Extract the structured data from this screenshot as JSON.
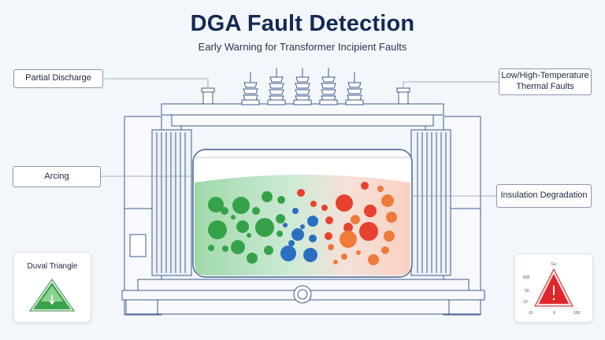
{
  "header": {
    "title": "DGA Fault Detection",
    "subtitle": "Early Warning for Transformer Incipient Faults"
  },
  "callouts": {
    "partial_discharge": "Partial Discharge",
    "arcing": "Arcing",
    "thermal_line1": "Low/High-Temperature",
    "thermal_line2": "Thermal Faults",
    "insulation": "Insulation Degradation"
  },
  "duval_card": {
    "title": "Duval Triangle",
    "icon": "down-arrow-icon"
  },
  "alert_card": {
    "top_label": "Ga",
    "y_tick_top": "500",
    "y_tick_mid": "50",
    "y_tick_bottom": "10",
    "x_tick_left": "10",
    "x_tick_mid": "0",
    "x_tick_right": "100",
    "icon": "exclamation-icon"
  },
  "colors": {
    "green": "#35a24a",
    "blue": "#2a6fc1",
    "red": "#e8412f",
    "orange": "#f07a3a",
    "outline": "#3f5b8a"
  }
}
